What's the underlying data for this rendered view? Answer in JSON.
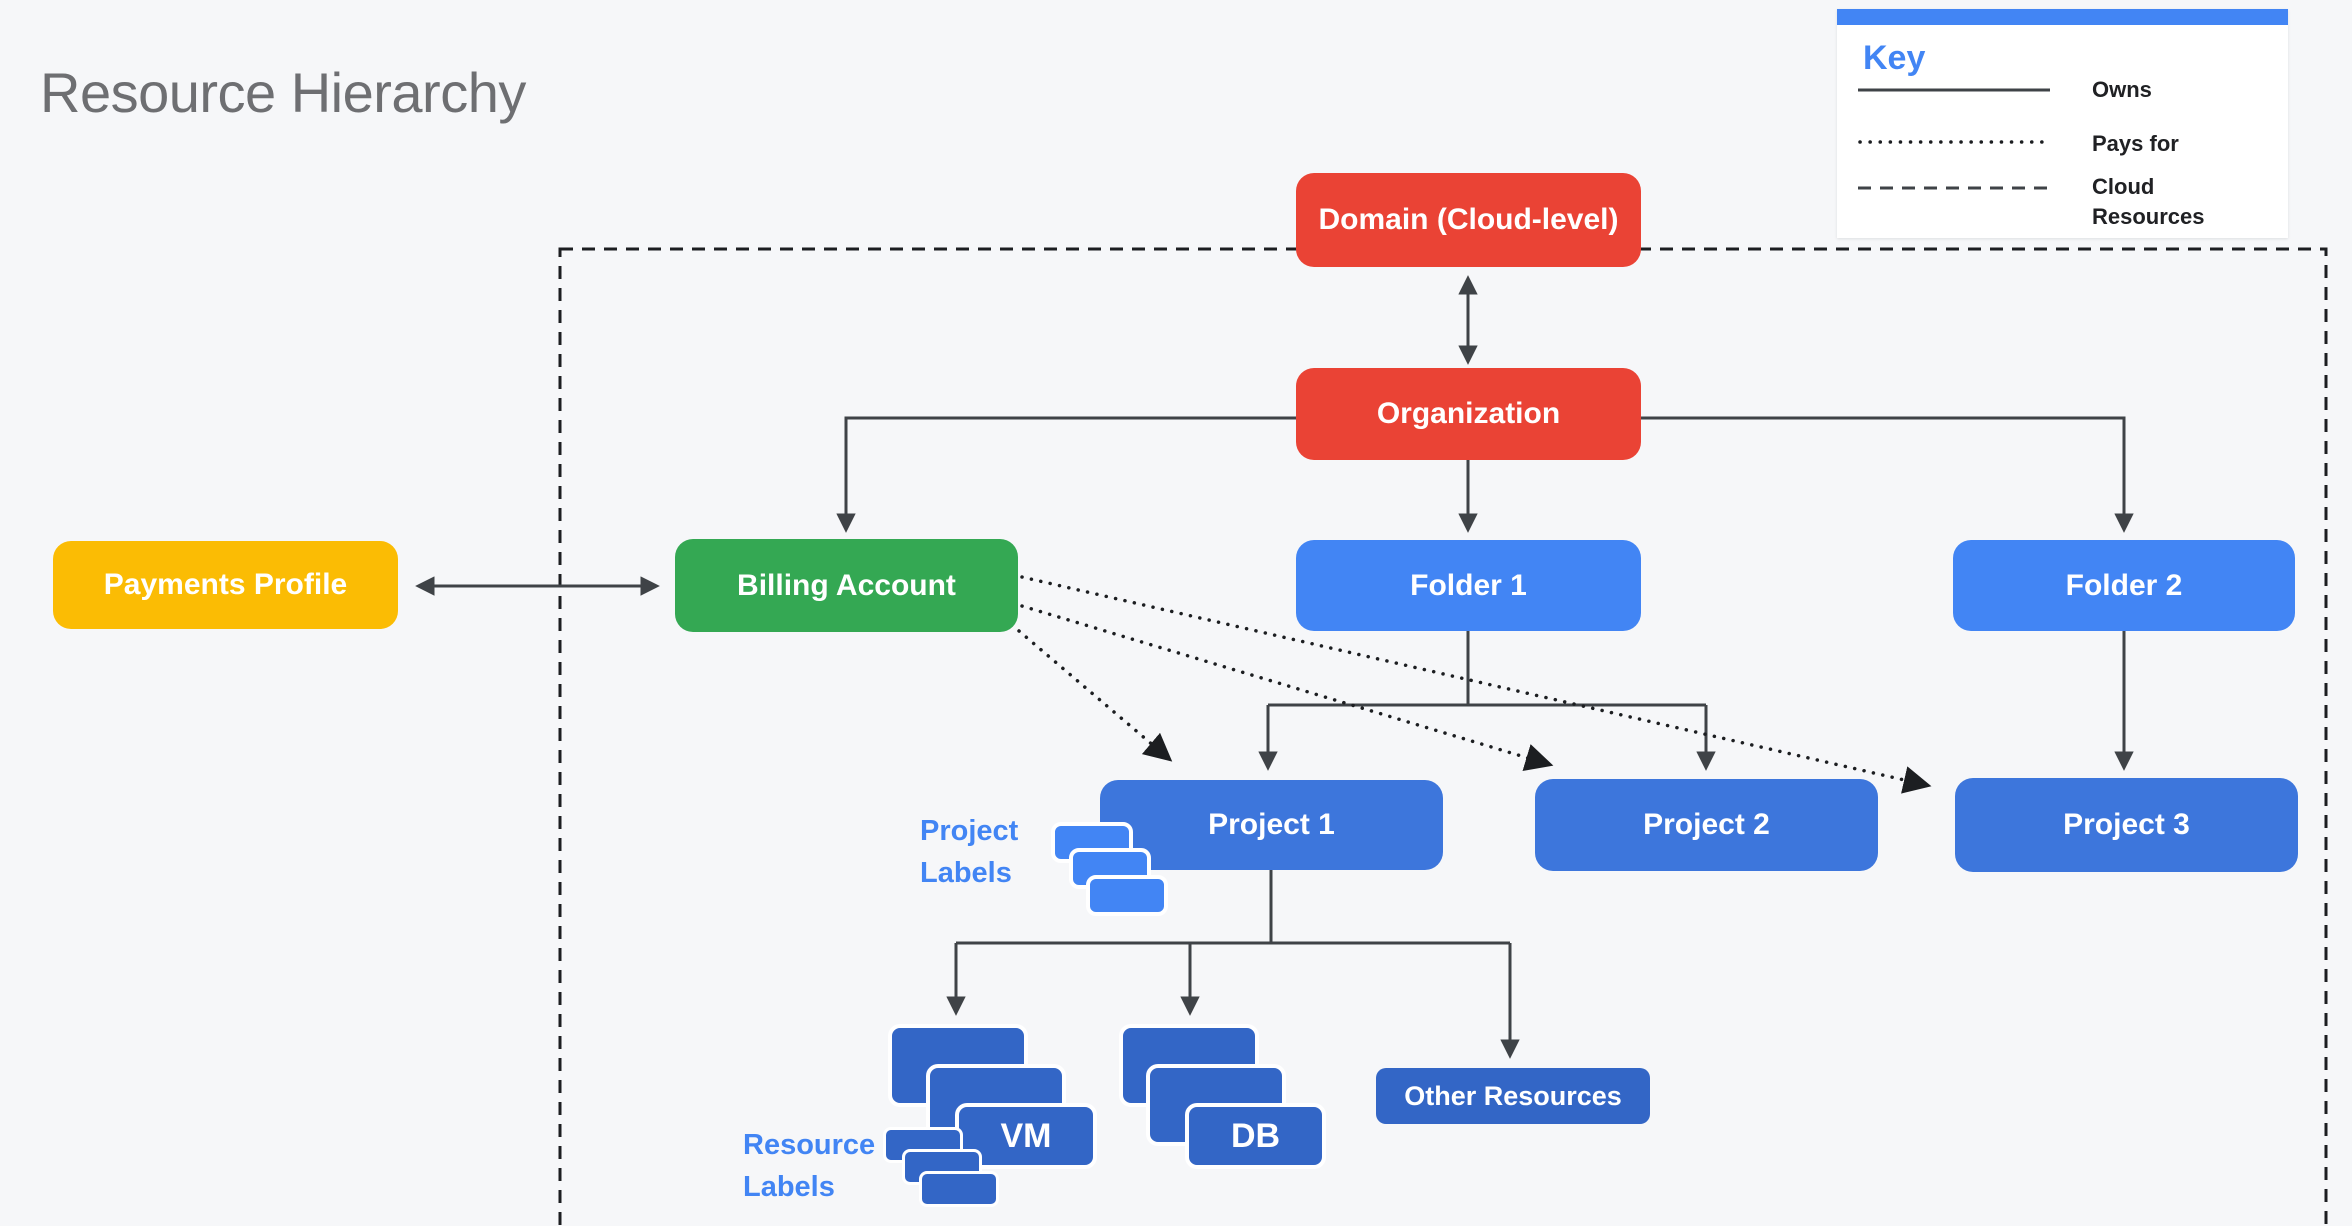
{
  "title": "Resource Hierarchy",
  "key": {
    "heading": "Key",
    "items": [
      {
        "line_style": "solid",
        "label": "Owns"
      },
      {
        "line_style": "dotted",
        "label": "Pays for"
      },
      {
        "line_style": "dashed",
        "label": "Cloud Resources"
      }
    ]
  },
  "nodes": {
    "domain": {
      "label": "Domain (Cloud-level)",
      "color": "#EA4335"
    },
    "organization": {
      "label": "Organization",
      "color": "#EA4335"
    },
    "payments_profile": {
      "label": "Payments Profile",
      "color": "#FBBC04"
    },
    "billing_account": {
      "label": "Billing Account",
      "color": "#34A853"
    },
    "folder1": {
      "label": "Folder 1",
      "color": "#4285F4"
    },
    "folder2": {
      "label": "Folder 2",
      "color": "#4285F4"
    },
    "project1": {
      "label": "Project 1",
      "color": "#3D76DC"
    },
    "project2": {
      "label": "Project 2",
      "color": "#3D76DC"
    },
    "project3": {
      "label": "Project 3",
      "color": "#3D76DC"
    },
    "vm": {
      "label": "VM",
      "color": "#3366C6"
    },
    "db": {
      "label": "DB",
      "color": "#3366C6"
    },
    "other_resources": {
      "label": "Other Resources",
      "color": "#3366C6"
    }
  },
  "annotations": {
    "project_labels": "Project Labels",
    "resource_labels": "Resource Labels"
  },
  "edges": [
    {
      "from": "domain",
      "to": "organization",
      "type": "owns",
      "bidirectional": true
    },
    {
      "from": "payments_profile",
      "to": "billing_account",
      "type": "owns",
      "bidirectional": true
    },
    {
      "from": "organization",
      "to": "billing_account",
      "type": "owns"
    },
    {
      "from": "organization",
      "to": "folder1",
      "type": "owns"
    },
    {
      "from": "organization",
      "to": "folder2",
      "type": "owns"
    },
    {
      "from": "folder1",
      "to": "project1",
      "type": "owns"
    },
    {
      "from": "folder1",
      "to": "project2",
      "type": "owns"
    },
    {
      "from": "folder2",
      "to": "project3",
      "type": "owns"
    },
    {
      "from": "billing_account",
      "to": "project1",
      "type": "pays_for"
    },
    {
      "from": "billing_account",
      "to": "project2",
      "type": "pays_for"
    },
    {
      "from": "billing_account",
      "to": "project3",
      "type": "pays_for"
    },
    {
      "from": "project1",
      "to": "vm",
      "type": "owns"
    },
    {
      "from": "project1",
      "to": "db",
      "type": "owns"
    },
    {
      "from": "project1",
      "to": "other_resources",
      "type": "owns"
    }
  ],
  "boundary": {
    "style": "dashed",
    "meaning": "Cloud Resources"
  },
  "colors": {
    "background": "#F6F7F9",
    "accent_blue": "#4285F4",
    "line_gray": "#3F4347",
    "line_black": "#1C1E21",
    "title_gray": "#6E6F72"
  }
}
